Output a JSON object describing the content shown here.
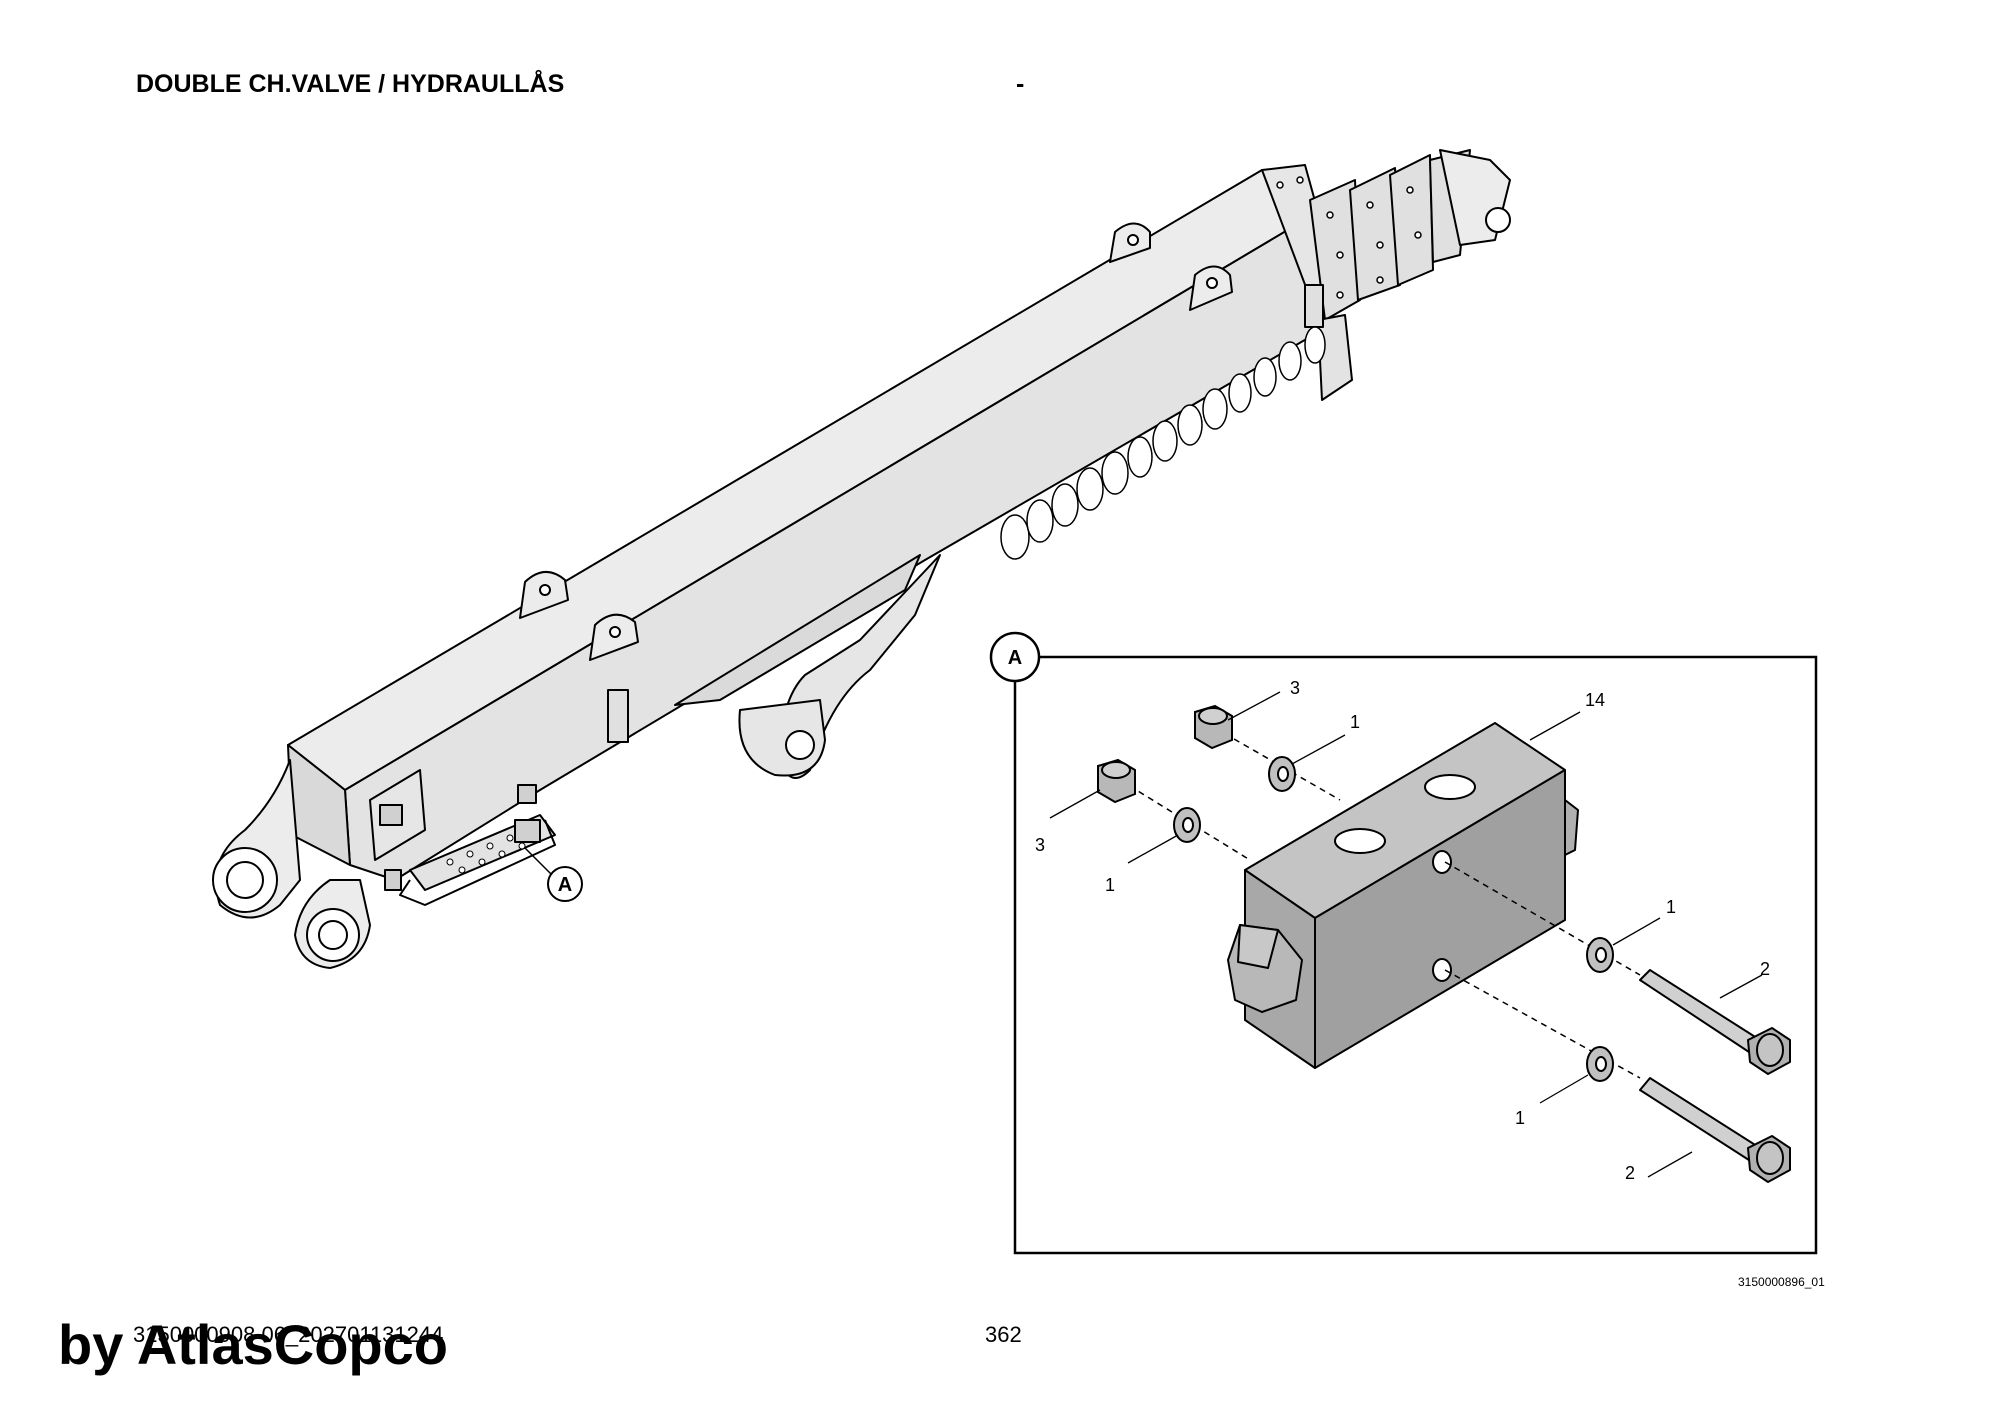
{
  "header": {
    "title": "DOUBLE CH.VALVE / HYDRAULLÅS",
    "dash": "-"
  },
  "detail": {
    "callout": "A",
    "parts": {
      "nut_top": "3",
      "washer_top": "1",
      "valve_block": "14",
      "nut_left": "3",
      "washer_left": "1",
      "washer_right_upper": "1",
      "bolt_upper": "2",
      "washer_right_lower": "1",
      "bolt_lower": "2"
    }
  },
  "boom": {
    "callout": "A"
  },
  "footer": {
    "drawing_id": "3150000896_01",
    "doc_id": "3150000908 06_202701131244",
    "page_number": "362",
    "brand": "by AtlasCopco"
  }
}
